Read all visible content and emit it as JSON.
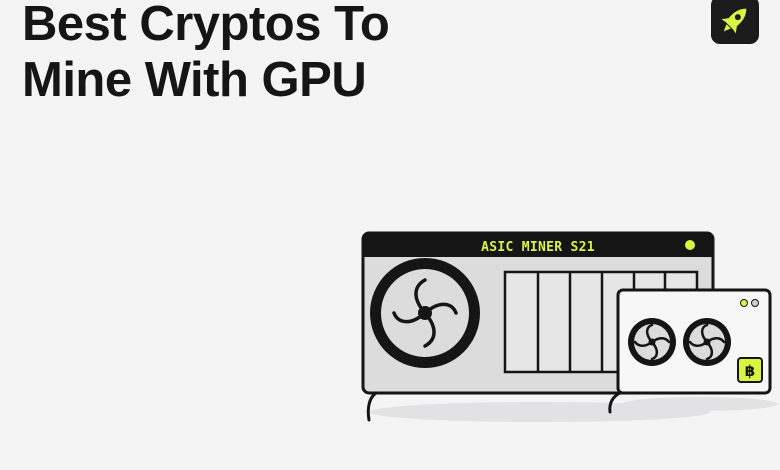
{
  "header": {
    "title_line1": "Best Cryptos To",
    "title_line2": "Mine With GPU"
  },
  "logo": {
    "icon": "rocket-icon"
  },
  "illustration": {
    "miner_label": "ASIC MINER S21",
    "coin_symbol": "฿",
    "colors": {
      "accent": "#d8f542",
      "outline": "#151515",
      "device_fill": "#dcdcdc",
      "card_fill": "#f7f7f7"
    }
  }
}
